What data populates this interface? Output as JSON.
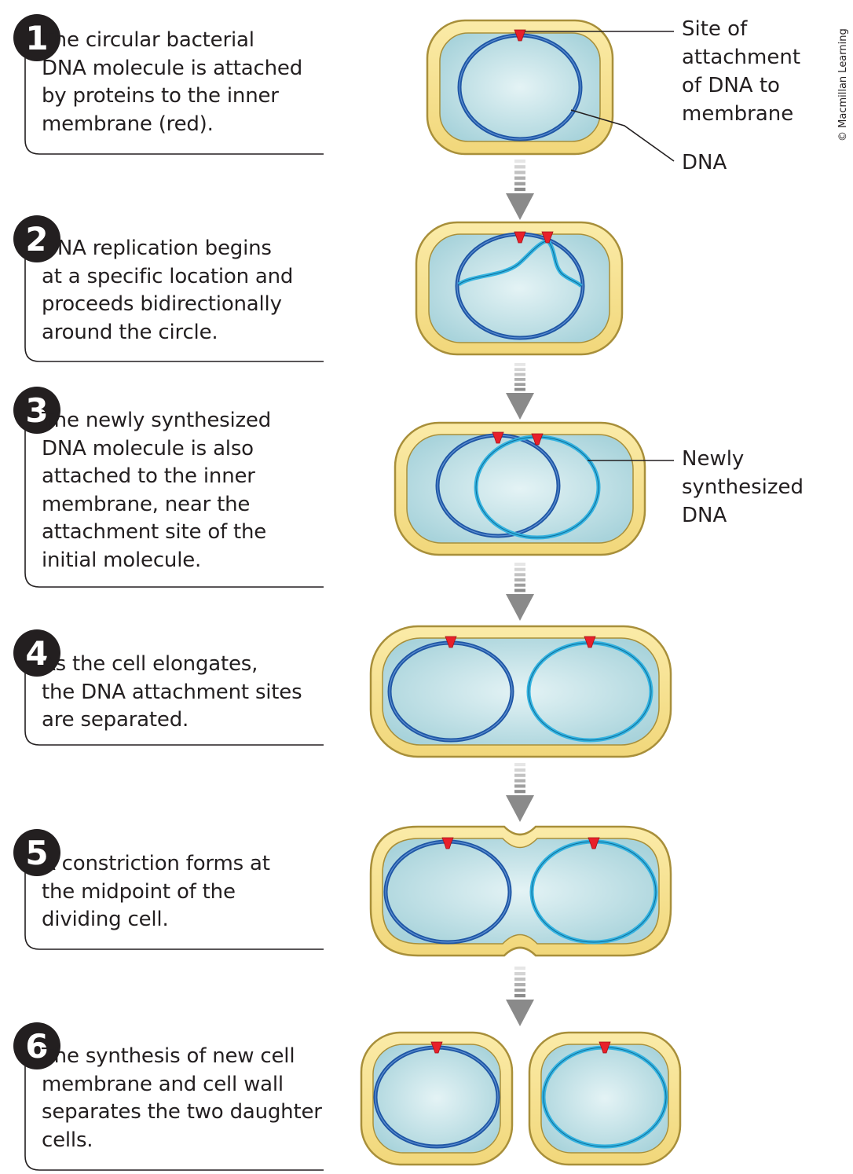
{
  "steps": [
    {
      "number": "1",
      "text": "The circular bacterial\nDNA molecule is attached\nby proteins to the inner\nmembrane (red)."
    },
    {
      "number": "2",
      "text": "DNA replication begins\nat a specific location and\nproceeds bidirectionally\naround the circle."
    },
    {
      "number": "3",
      "text": "The newly synthesized\nDNA molecule is also\nattached to the inner\nmembrane, near the\nattachment site of the\ninitial molecule."
    },
    {
      "number": "4",
      "text": "As the cell elongates,\nthe DNA attachment sites\nare separated."
    },
    {
      "number": "5",
      "text": "A constriction forms at\nthe midpoint of the\ndividing cell."
    },
    {
      "number": "6",
      "text": "The synthesis of new cell\nmembrane and cell wall\nseparates the two daughter\ncells."
    }
  ],
  "callouts": {
    "attachment_site": "Site of\nattachment\nof DNA to\nmembrane",
    "dna": "DNA",
    "new_dna": "Newly\nsynthesized\nDNA"
  },
  "credit": "© Macmillan Learning",
  "colors": {
    "cell_wall": "#f6e08e",
    "cell_wall_outline": "#a88f3a",
    "cytoplasm": "#b9dde3",
    "original_dna": "#1f56a5",
    "new_dna": "#35b3e0",
    "attachment_protein": "#e8202a",
    "arrow": "#8c8c8c"
  }
}
